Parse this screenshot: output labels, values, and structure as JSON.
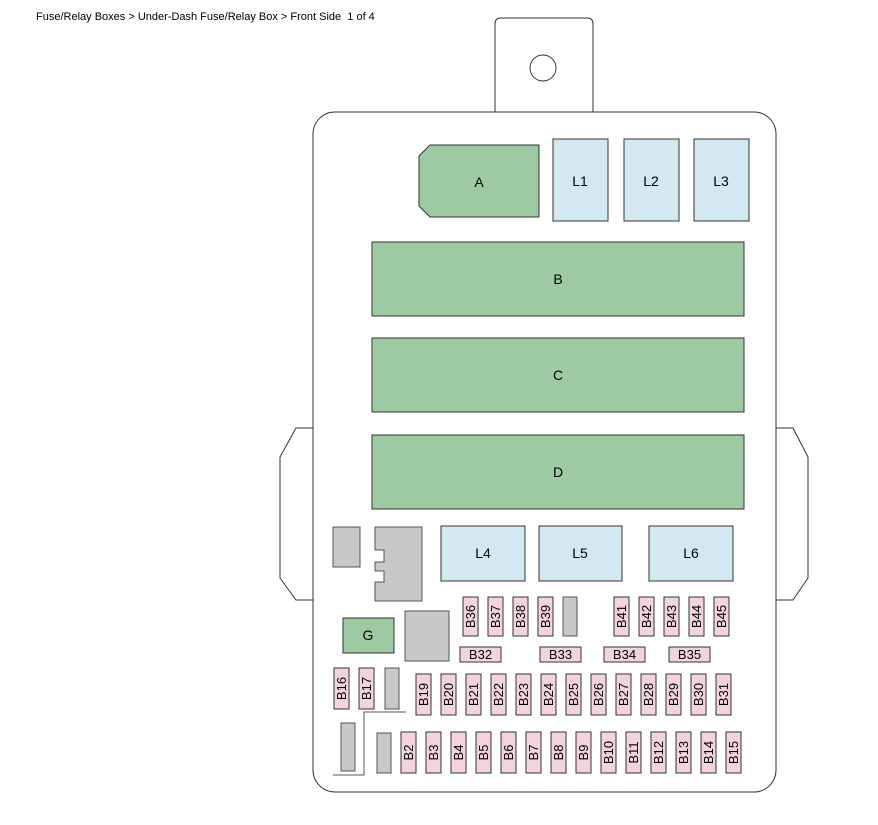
{
  "breadcrumb": {
    "item_1": "Fuse/Relay Boxes",
    "sep_1": ">",
    "item_2": "Under-Dash Fuse/Relay Box",
    "sep_2": ">",
    "item_3": "Front Side",
    "page": "1 of 4"
  },
  "colors": {
    "relay_green": "#9dc9a3",
    "relay_light_blue": "#d4e8f2",
    "fuse_pink": "#f4d4dc",
    "blank_gray": "#c8c8c8",
    "outline": "#333333"
  },
  "relays": {
    "a": "A",
    "b": "B",
    "c": "C",
    "d": "D",
    "g": "G",
    "l1": "L1",
    "l2": "L2",
    "l3": "L3",
    "l4": "L4",
    "l5": "L5",
    "l6": "L6"
  },
  "fuses": {
    "row_top_vertical": [
      "B36",
      "B37",
      "B38",
      "B39",
      "B41",
      "B42",
      "B43",
      "B44",
      "B45"
    ],
    "row_horizontal": [
      "B32",
      "B33",
      "B34",
      "B35"
    ],
    "row_left": [
      "B16",
      "B17"
    ],
    "row_middle": [
      "B19",
      "B20",
      "B21",
      "B22",
      "B23",
      "B24",
      "B25",
      "B26",
      "B27",
      "B28",
      "B29",
      "B30",
      "B31"
    ],
    "row_bottom": [
      "B2",
      "B3",
      "B4",
      "B5",
      "B6",
      "B7",
      "B8",
      "B9",
      "B10",
      "B11",
      "B12",
      "B13",
      "B14",
      "B15"
    ]
  }
}
